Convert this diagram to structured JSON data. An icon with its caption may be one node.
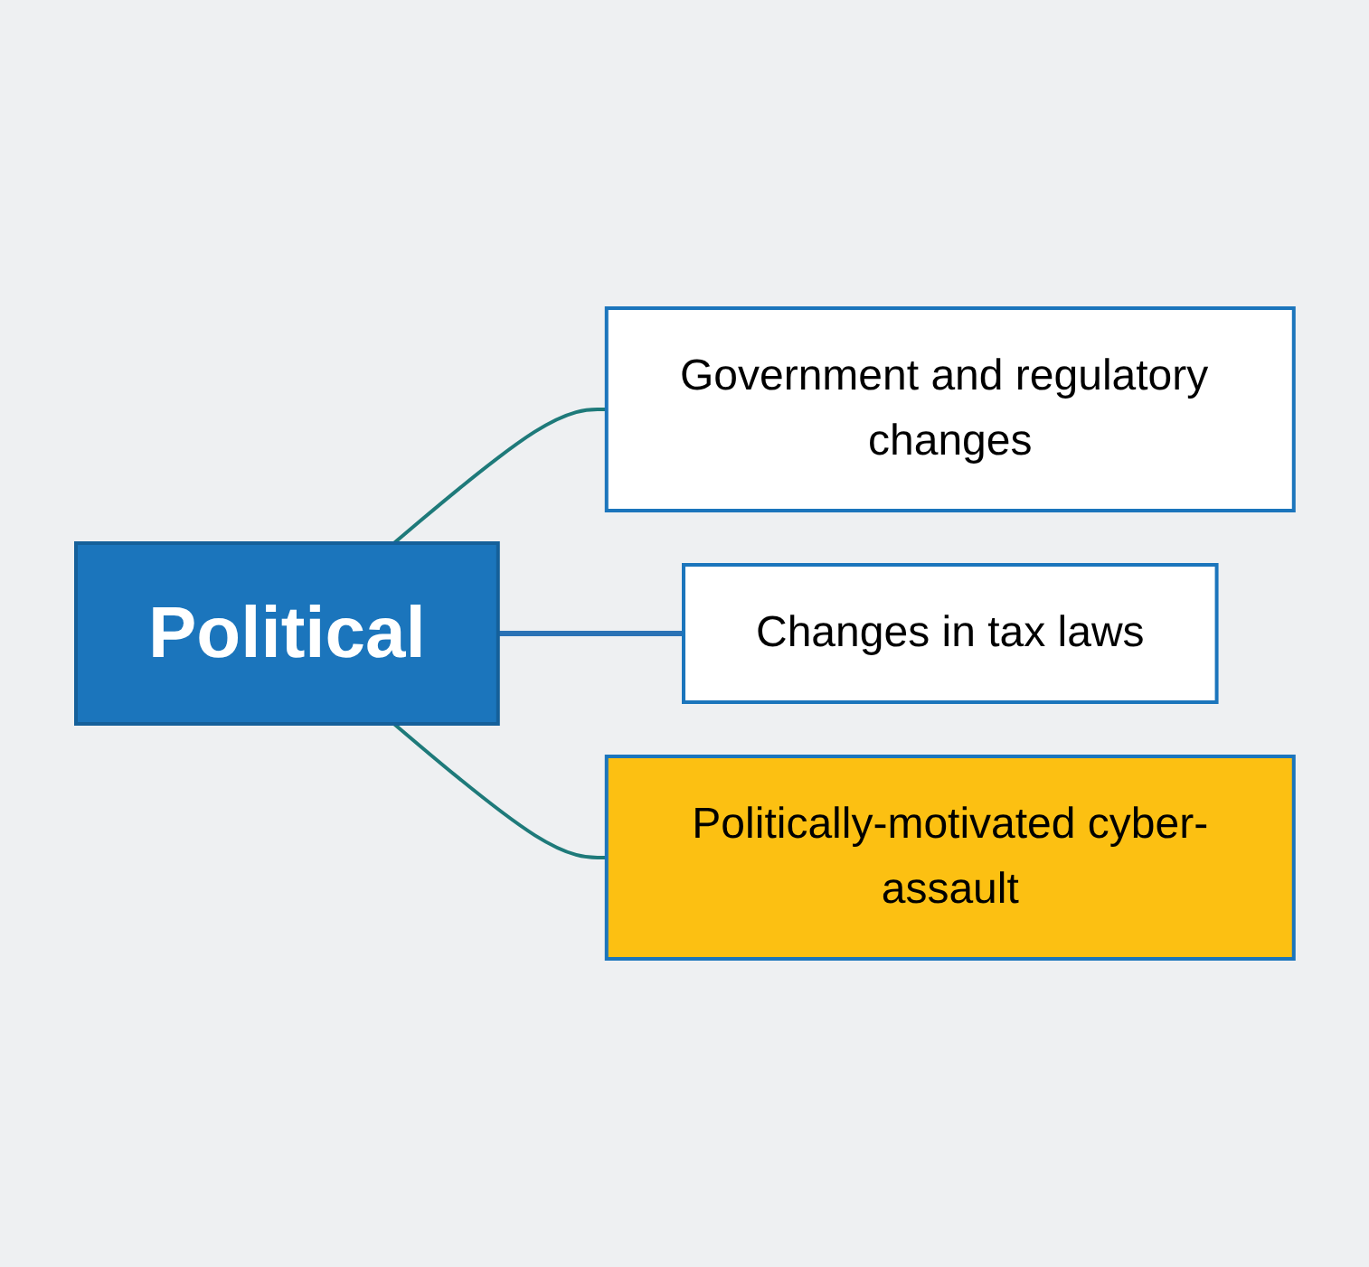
{
  "diagram": {
    "nodes": [
      {
        "text": [
          "Political"
        ]
      },
      {
        "text": [
          "Government and regulatory changes"
        ]
      },
      {
        "text": [
          "Changes in tax laws"
        ]
      },
      {
        "text": [
          "Politically-motivated cyber-assault"
        ]
      }
    ],
    "edges": [
      {
        "from": 0,
        "to": 1,
        "arrow": "none"
      },
      {
        "from": 0,
        "to": 2,
        "arrow": "none",
        "color": "#2a72b5"
      },
      {
        "from": 0,
        "to": 3,
        "arrow": "none"
      }
    ]
  }
}
